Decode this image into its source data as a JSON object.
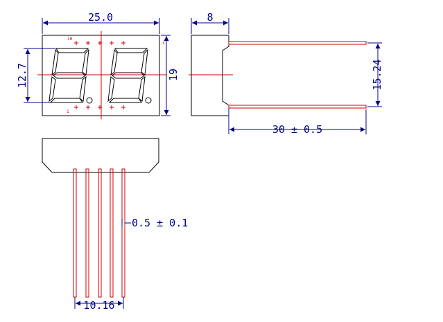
{
  "front_view": {
    "width_label": "25.0",
    "digit_height_label": "12.7",
    "height_label": "19",
    "pin10_label": "10",
    "pin1_label": "1"
  },
  "side_view": {
    "thickness_label": "8",
    "pin_spacing_label": "15.24",
    "pin_length_label": "30 ± 0.5"
  },
  "bottom_view": {
    "pin_diameter_label": "0.5 ± 0.1",
    "pin_span_label": "10.16"
  }
}
